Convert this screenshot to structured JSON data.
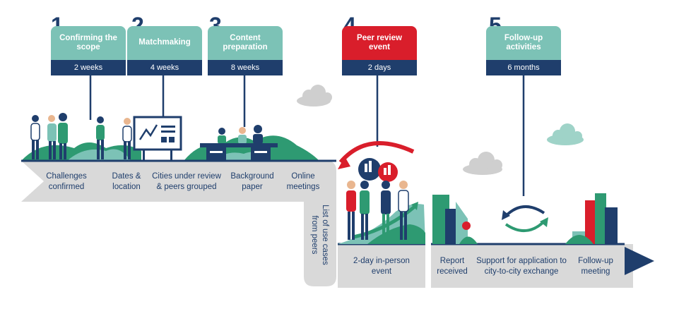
{
  "steps": [
    {
      "number": "1",
      "title": "Confirming the scope",
      "duration": "2 weeks"
    },
    {
      "number": "2",
      "title": "Matchmaking",
      "duration": "4 weeks"
    },
    {
      "number": "3",
      "title": "Content preparation",
      "duration": "8 weeks"
    },
    {
      "number": "4",
      "title": "Peer review event",
      "duration": "2 days"
    },
    {
      "number": "5",
      "title": "Follow-up activities",
      "duration": "6 months"
    }
  ],
  "milestones": {
    "challenges": "Challenges\nconfirmed",
    "dates": "Dates &\nlocation",
    "cities": "Cities under review\n& peers grouped",
    "background": "Background\npaper",
    "online": "Online\nmeetings",
    "use_cases": "List of use cases\nfrom peers",
    "event": "2-day in-person\nevent",
    "report": "Report\nreceived",
    "support": "Support for application to\ncity-to-city exchange",
    "followup": "Follow-up\nmeeting"
  },
  "colors": {
    "navy": "#1f3e6c",
    "teal": "#7cc2b6",
    "green": "#2e9a72",
    "red": "#d91e2b",
    "grey": "#d9d9d9",
    "cloud": "#cfcfcf"
  },
  "icons": [
    "cloud-icon",
    "people-icon",
    "presentation-board-icon",
    "meeting-table-icon",
    "cycle-arrows-icon",
    "city-buildings-icon",
    "arrow-head-icon"
  ]
}
